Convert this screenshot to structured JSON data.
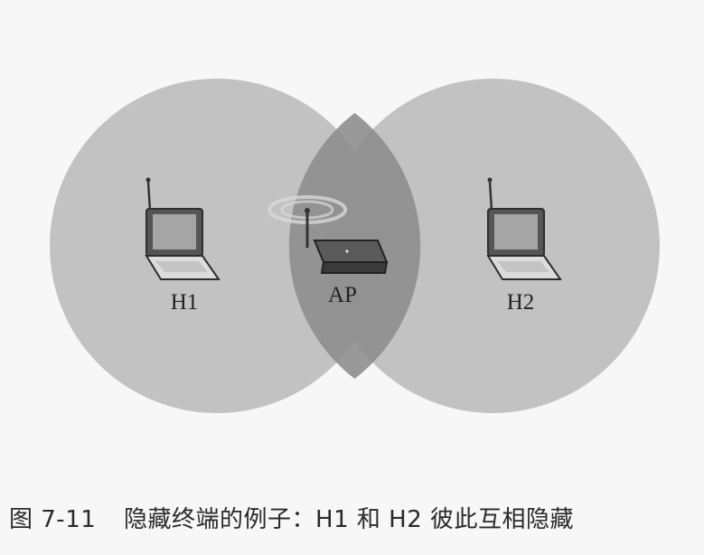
{
  "nodes": {
    "h1": {
      "label": "H1"
    },
    "ap": {
      "label": "AP"
    },
    "h2": {
      "label": "H2"
    }
  },
  "caption": {
    "figure_number": "图 7-11",
    "text": "隐藏终端的例子：H1 和 H2 彼此互相隐藏"
  },
  "colors": {
    "coverage_fill": "#7a7a7a",
    "overlap_fill": "#8c8c8c",
    "device_dark": "#444444",
    "screen": "#9a9a9a"
  }
}
